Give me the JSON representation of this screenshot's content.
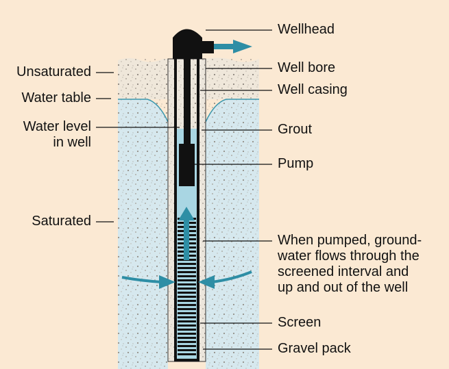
{
  "labels": {
    "wellhead": "Wellhead",
    "well_bore": "Well bore",
    "well_casing": "Well casing",
    "grout": "Grout",
    "pump": "Pump",
    "pumped_note": [
      "When pumped, ground-",
      "water flows through the",
      "screened interval and",
      "up and out of the well"
    ],
    "screen": "Screen",
    "gravel_pack": "Gravel pack",
    "unsaturated": "Unsaturated",
    "water_table": "Water table",
    "water_level": [
      "Water level",
      "in well"
    ],
    "saturated": "Saturated"
  },
  "colors": {
    "background": "#fbe9d3",
    "unsaturated_zone": "#efe7da",
    "saturated_zone": "#d6e8ee",
    "water": "#a9d6e3",
    "flow_arrow": "#2e8ea5",
    "casing": "#111111"
  }
}
